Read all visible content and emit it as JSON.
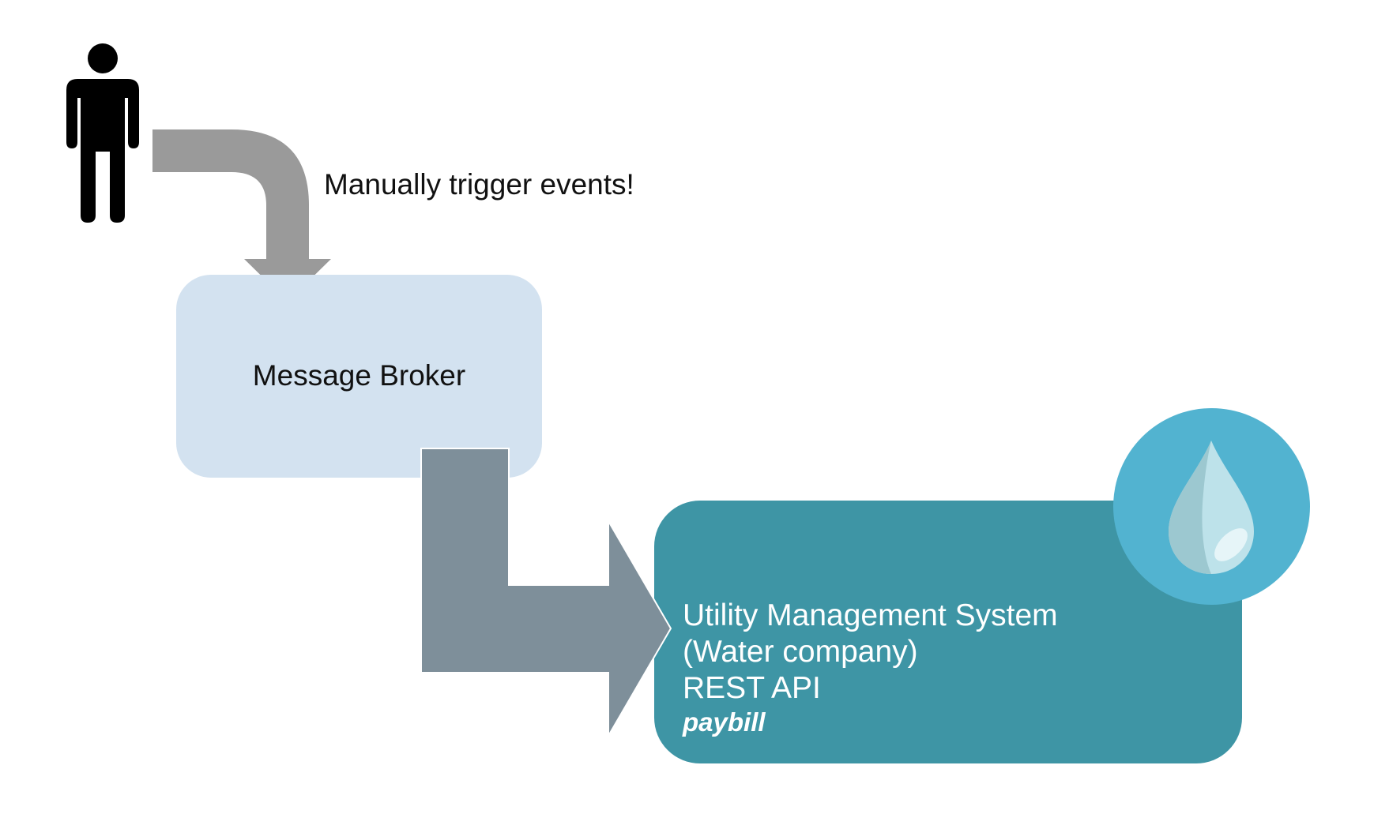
{
  "trigger_label": "Manually trigger events!",
  "broker_label": "Message Broker",
  "ums": {
    "line1": "Utility Management System",
    "line2": "(Water company)",
    "line3": "REST API",
    "tag": "paybill"
  },
  "icons": {
    "person": "person-icon",
    "water": "water-drop-icon"
  },
  "colors": {
    "broker_fill": "#d3e2f0",
    "ums_fill": "#3e95a5",
    "drop_circle": "#52b3d0",
    "arrow_top": "#9a9a9a",
    "arrow_bottom": "#7e8f9a"
  }
}
